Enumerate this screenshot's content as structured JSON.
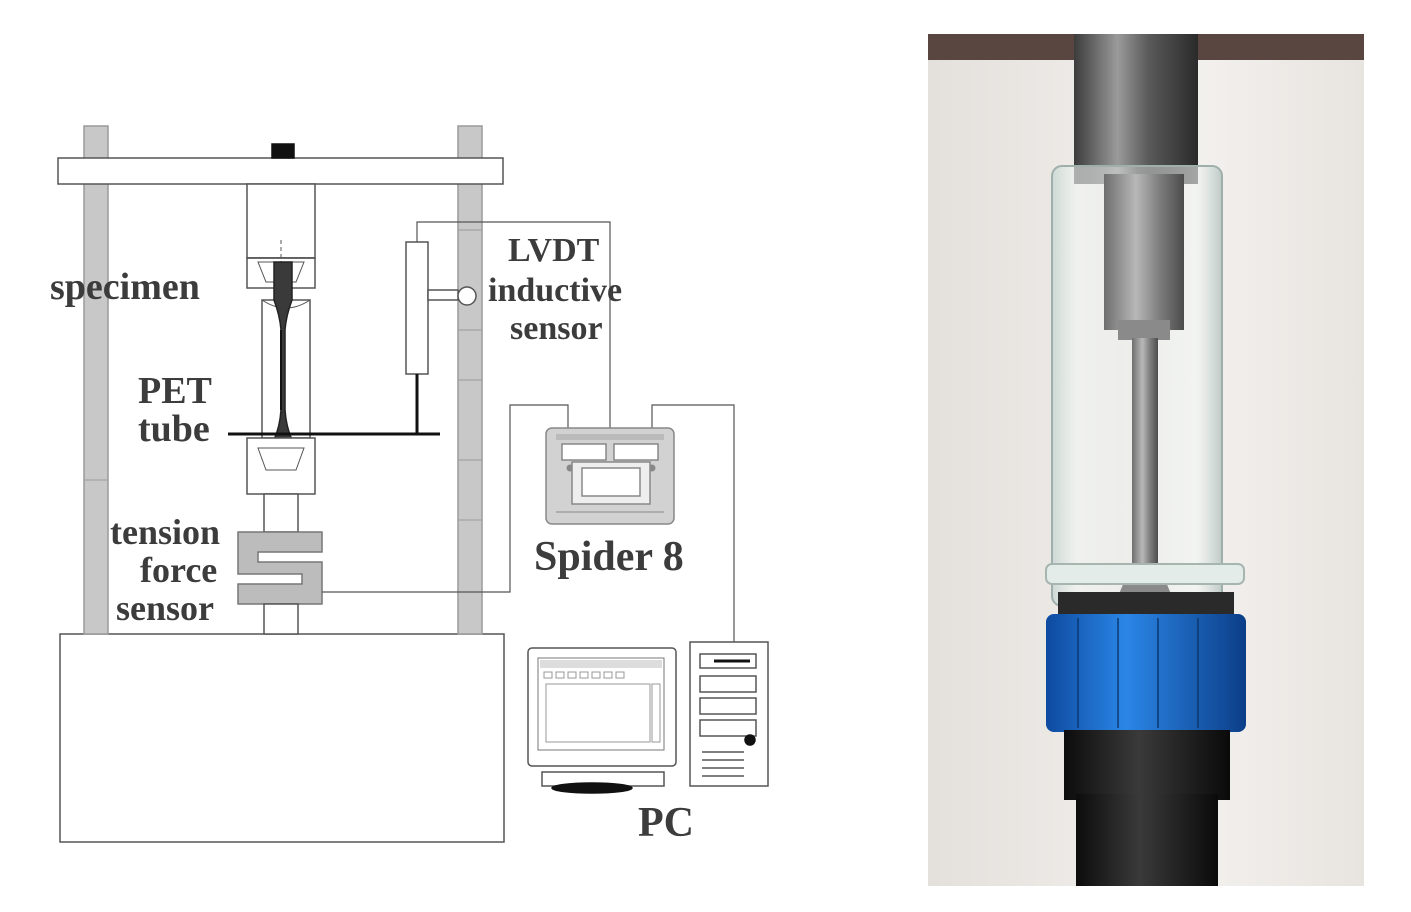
{
  "diagram": {
    "labels": {
      "specimen": "specimen",
      "pet": "PET",
      "tube": "tube",
      "tension": "tension",
      "force": "force",
      "sensor_tf": "sensor",
      "lvdt": "LVDT",
      "inductive": "inductive",
      "sensor_lvdt": "sensor",
      "spider": "Spider 8",
      "pc": "PC"
    }
  },
  "colors": {
    "line": "#555555",
    "fill": "#ffffff",
    "frame": "#c8c8c8",
    "label": "#3c3c3c",
    "photo_wall": "#eeeae6",
    "photo_clamp": "#5a4640",
    "photo_nut": "#1f6fd0",
    "photo_rod": "#6a6a6a"
  },
  "icons": [
    "spider8-device-icon",
    "pc-monitor-icon",
    "pc-tower-icon",
    "specimen-photo"
  ]
}
